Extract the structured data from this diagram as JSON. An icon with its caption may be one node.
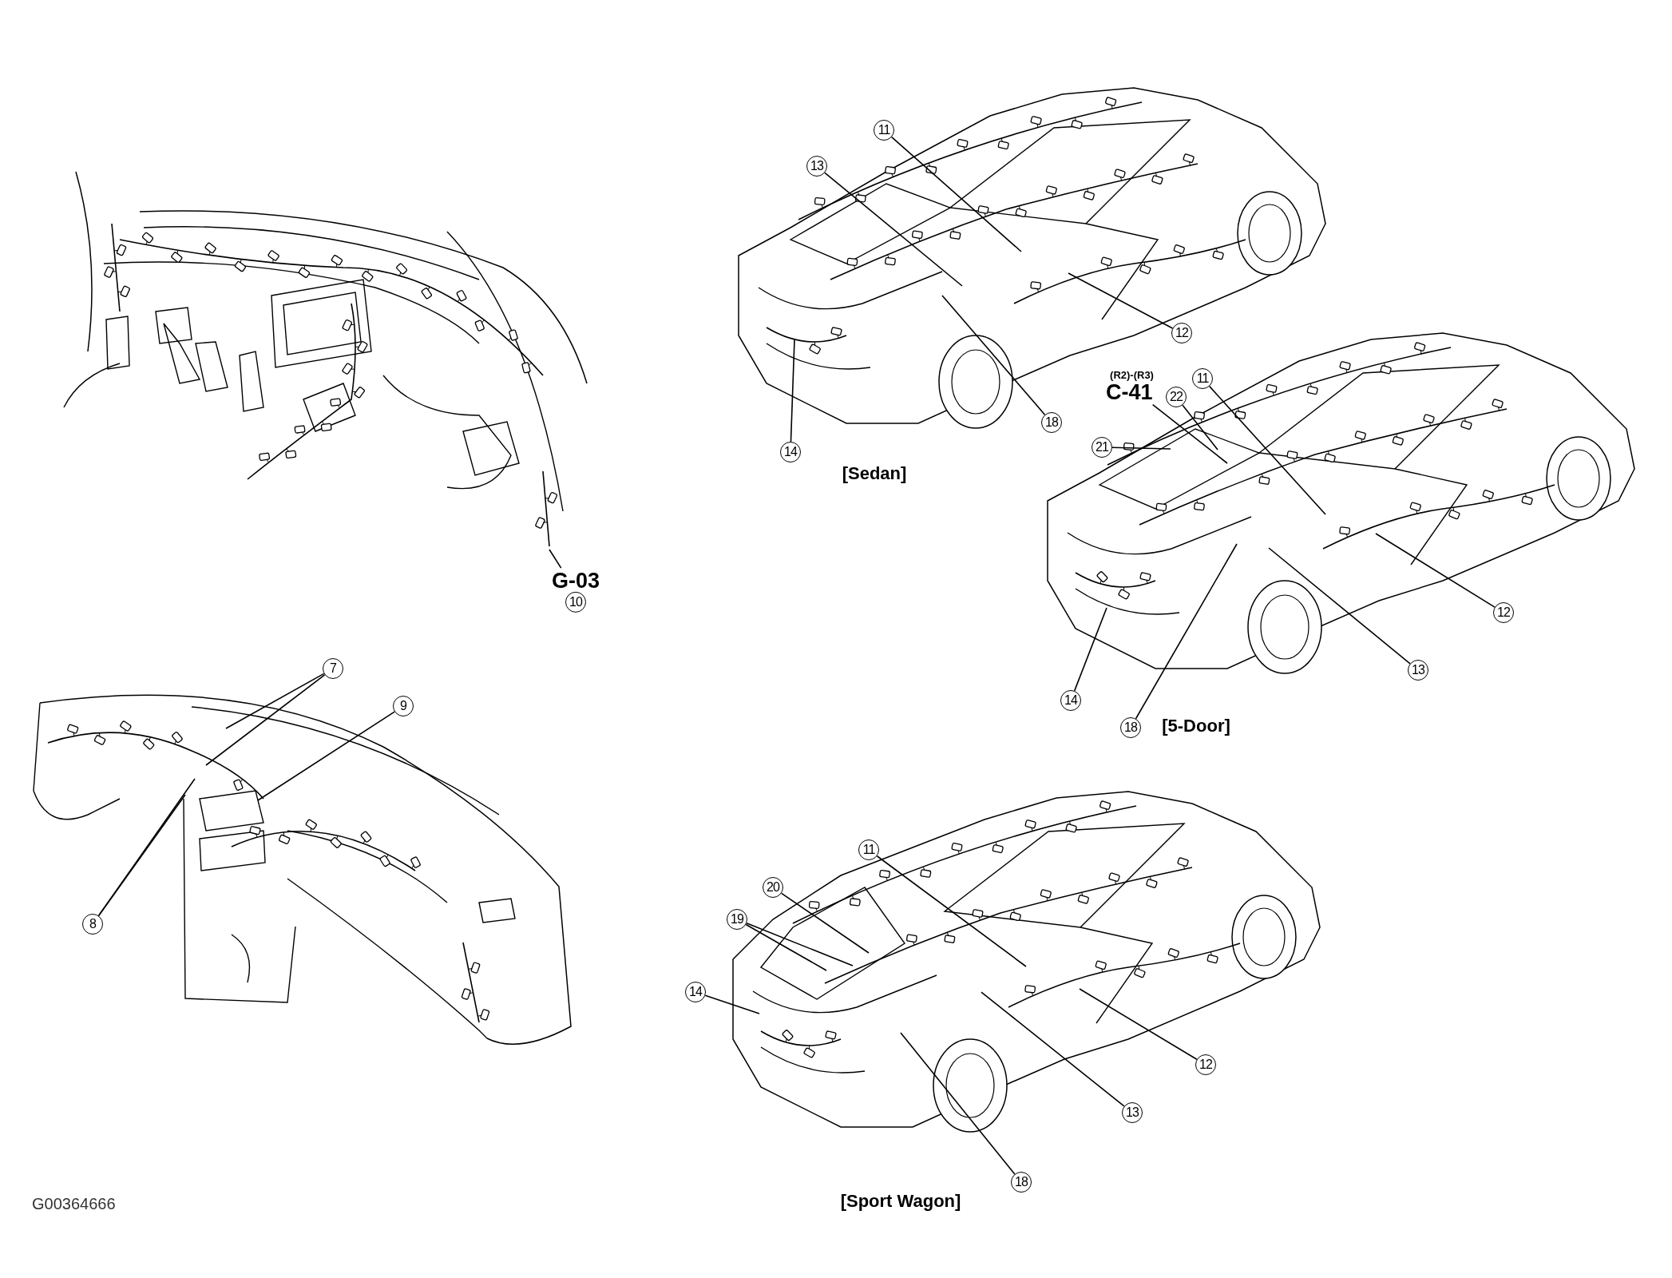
{
  "diagram": {
    "nodes": [
      {
        "text": [
          "G-03",
          "10"
        ]
      },
      {
        "text": [
          "7"
        ]
      },
      {
        "text": [
          "9"
        ]
      },
      {
        "text": [
          "8"
        ]
      },
      {
        "text": [
          "11"
        ]
      },
      {
        "text": [
          "13"
        ]
      },
      {
        "text": [
          "12"
        ]
      },
      {
        "text": [
          "18"
        ]
      },
      {
        "text": [
          "14"
        ]
      },
      {
        "text": [
          "(R2)-(R3)",
          "C-41"
        ]
      },
      {
        "text": [
          "22"
        ]
      },
      {
        "text": [
          "11"
        ]
      },
      {
        "text": [
          "21"
        ]
      },
      {
        "text": [
          "12"
        ]
      },
      {
        "text": [
          "13"
        ]
      },
      {
        "text": [
          "14"
        ]
      },
      {
        "text": [
          "18"
        ]
      },
      {
        "text": [
          "11"
        ]
      },
      {
        "text": [
          "20"
        ]
      },
      {
        "text": [
          "19"
        ]
      },
      {
        "text": [
          "14"
        ]
      },
      {
        "text": [
          "12"
        ]
      },
      {
        "text": [
          "13"
        ]
      },
      {
        "text": [
          "18"
        ]
      }
    ],
    "edges": [
      {
        "from": 0,
        "to": null,
        "arrow": "none"
      },
      {
        "from": 1,
        "to": null,
        "arrow": "none"
      },
      {
        "from": 1,
        "to": null,
        "arrow": "none"
      },
      {
        "from": 2,
        "to": null,
        "arrow": "none"
      },
      {
        "from": 3,
        "to": null,
        "arrow": "none"
      },
      {
        "from": 3,
        "to": null,
        "arrow": "none"
      },
      {
        "from": 4,
        "to": null,
        "arrow": "none"
      },
      {
        "from": 5,
        "to": null,
        "arrow": "none"
      },
      {
        "from": 6,
        "to": null,
        "arrow": "none"
      },
      {
        "from": 7,
        "to": null,
        "arrow": "none"
      },
      {
        "from": 8,
        "to": null,
        "arrow": "none"
      },
      {
        "from": 9,
        "to": null,
        "arrow": "none"
      },
      {
        "from": 10,
        "to": null,
        "arrow": "none"
      },
      {
        "from": 11,
        "to": null,
        "arrow": "none"
      },
      {
        "from": 12,
        "to": null,
        "arrow": "none"
      },
      {
        "from": 13,
        "to": null,
        "arrow": "none"
      },
      {
        "from": 14,
        "to": null,
        "arrow": "none"
      },
      {
        "from": 15,
        "to": null,
        "arrow": "none"
      },
      {
        "from": 16,
        "to": null,
        "arrow": "none"
      },
      {
        "from": 17,
        "to": null,
        "arrow": "none"
      },
      {
        "from": 18,
        "to": null,
        "arrow": "none"
      },
      {
        "from": 19,
        "to": null,
        "arrow": "none"
      },
      {
        "from": 19,
        "to": null,
        "arrow": "none"
      },
      {
        "from": 20,
        "to": null,
        "arrow": "none"
      },
      {
        "from": 21,
        "to": null,
        "arrow": "none"
      },
      {
        "from": 22,
        "to": null,
        "arrow": "none"
      },
      {
        "from": 23,
        "to": null,
        "arrow": "none"
      }
    ],
    "labels": [
      "[Sedan]",
      "[5-Door]",
      "[Sport Wagon]",
      "G00364666"
    ]
  }
}
